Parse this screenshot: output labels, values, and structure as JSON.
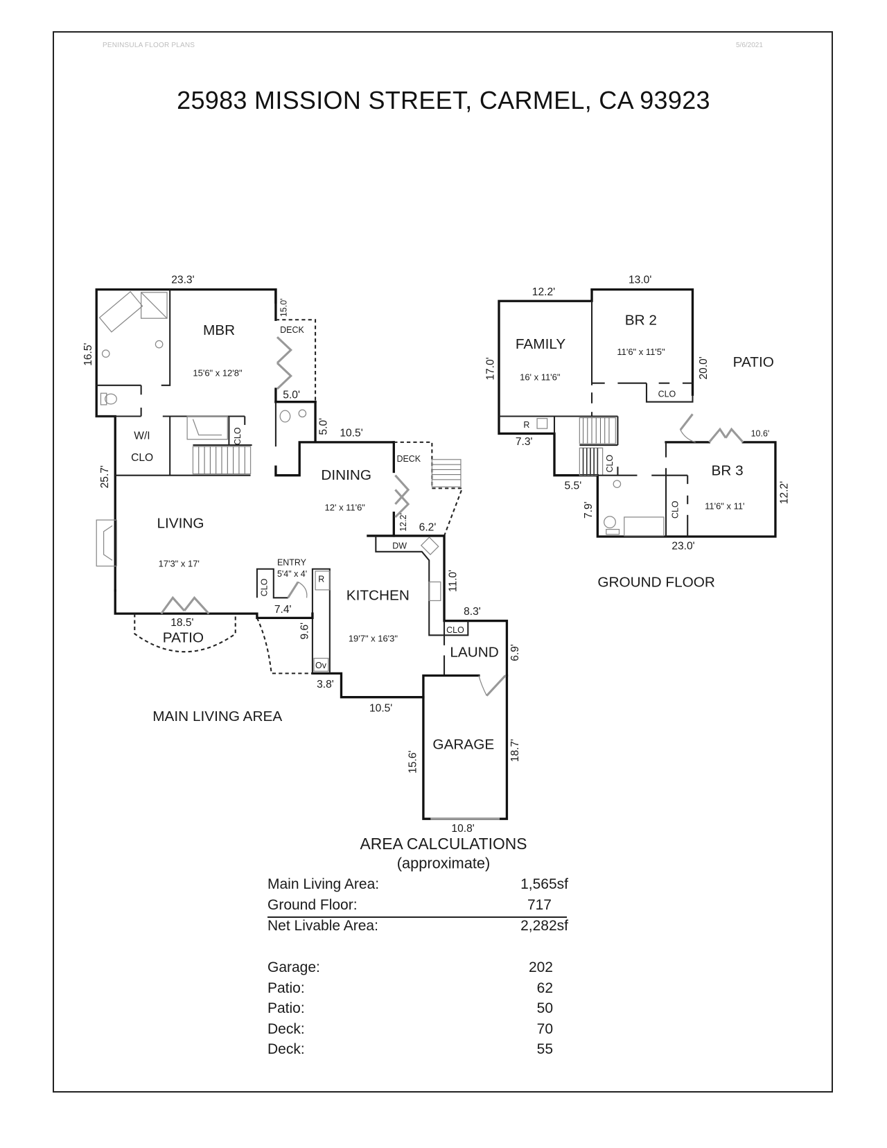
{
  "header": {
    "company": "PENINSULA FLOOR PLANS",
    "date": "5/6/2021"
  },
  "title": "25983 MISSION STREET, CARMEL, CA 93923",
  "main_floor": {
    "label": "MAIN LIVING AREA",
    "rooms": {
      "mbr": {
        "name": "MBR",
        "size": "15'6\" x 12'8\""
      },
      "wi_clo": {
        "name": "W/I",
        "name2": "CLO"
      },
      "living": {
        "name": "LIVING",
        "size": "17'3\" x 17'"
      },
      "dining": {
        "name": "DINING",
        "size": "12' x 11'6\""
      },
      "kitchen": {
        "name": "KITCHEN",
        "size": "19'7\" x 16'3\""
      },
      "entry": {
        "name": "ENTRY",
        "size": "5'4\" x 4'"
      },
      "laund": {
        "name": "LAUND"
      },
      "garage": {
        "name": "GARAGE"
      },
      "deck1": {
        "name": "DECK"
      },
      "deck2": {
        "name": "DECK"
      },
      "patio": {
        "name": "PATIO"
      }
    },
    "fixtures": {
      "clo": "CLO",
      "dw": "DW",
      "r": "R",
      "ov": "Ov"
    },
    "dimensions": {
      "top": "23.3'",
      "left_upper": "16.5'",
      "left_lower": "25.7'",
      "deck_side": "15.0'",
      "deck_bottom": "5.0'",
      "bath_side": "5.0'",
      "dining_top": "10.5'",
      "deck2_side": "12.2'",
      "deck2_bottom": "6.2'",
      "kitchen_side": "11.0'",
      "laund_top": "8.3'",
      "laund_side": "6.9'",
      "patio_width": "18.5'",
      "entry_width": "7.4'",
      "entry_side": "9.6'",
      "ov_bottom": "3.8'",
      "kitchen_bottom": "10.5'",
      "garage_left": "15.6'",
      "garage_right": "18.7'",
      "garage_bottom": "10.8'"
    }
  },
  "ground_floor": {
    "label": "GROUND FLOOR",
    "rooms": {
      "family": {
        "name": "FAMILY",
        "size": "16' x 11'6\""
      },
      "br2": {
        "name": "BR 2",
        "size": "11'6\" x 11'5\""
      },
      "br3": {
        "name": "BR 3",
        "size": "11'6\" x 11'"
      },
      "patio": {
        "name": "PATIO"
      }
    },
    "fixtures": {
      "clo": "CLO",
      "r": "R"
    },
    "dimensions": {
      "family_top": "12.2'",
      "br2_top": "13.0'",
      "family_left": "17.0'",
      "br2_right": "20.0'",
      "r_bottom": "7.3'",
      "stair_bottom": "5.5'",
      "bath_left": "7.9'",
      "bottom": "23.0'",
      "br3_right": "12.2'",
      "br3_top": "10.6'"
    }
  },
  "area_calculations": {
    "title": "AREA CALCULATIONS",
    "subtitle": "(approximate)",
    "rows": [
      {
        "label": "Main Living Area:",
        "value": "1,565sf"
      },
      {
        "label": "Ground Floor:",
        "value": "717"
      },
      {
        "label": "Net Livable Area:",
        "value": "2,282sf"
      },
      {
        "label": "Garage:",
        "value": "202"
      },
      {
        "label": "Patio:",
        "value": "62"
      },
      {
        "label": "Patio:",
        "value": "50"
      },
      {
        "label": "Deck:",
        "value": "70"
      },
      {
        "label": "Deck:",
        "value": "55"
      }
    ]
  }
}
